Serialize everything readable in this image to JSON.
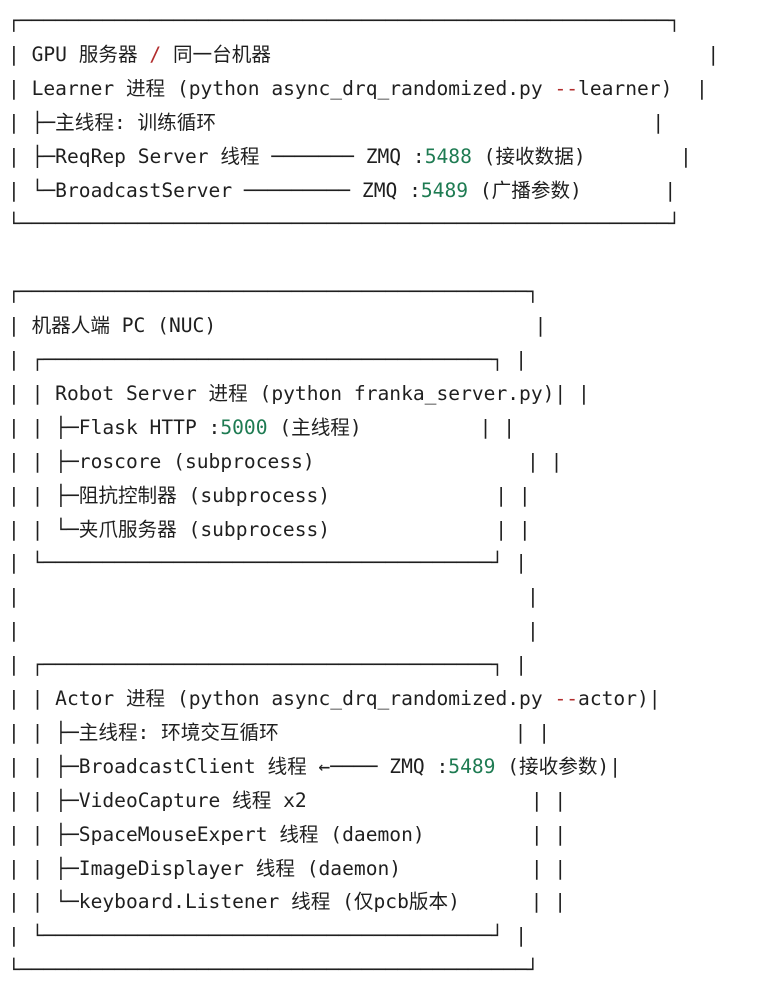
{
  "lines": [
    {
      "segs": [
        {
          "t": "┌───────────────────────────────────────────────────────┐"
        }
      ]
    },
    {
      "segs": [
        {
          "t": "| GPU 服务器 "
        },
        {
          "t": "/",
          "c": "slash"
        },
        {
          "t": " 同一台机器                                     |"
        }
      ]
    },
    {
      "segs": [
        {
          "t": "| Learner 进程 (python async_drq_randomized.py "
        },
        {
          "t": "--",
          "c": "dash"
        },
        {
          "t": "learner)  |"
        }
      ]
    },
    {
      "segs": [
        {
          "t": "| ├─主线程: 训练循环                                     |"
        }
      ]
    },
    {
      "segs": [
        {
          "t": "| ├─ReqRep Server 线程 ─────── ZMQ :"
        },
        {
          "t": "5488",
          "c": "num"
        },
        {
          "t": " (接收数据)        |"
        }
      ]
    },
    {
      "segs": [
        {
          "t": "| └─BroadcastServer ───────── ZMQ :"
        },
        {
          "t": "5489",
          "c": "num"
        },
        {
          "t": " (广播参数)       |"
        }
      ]
    },
    {
      "segs": [
        {
          "t": "└───────────────────────────────────────────────────────┘"
        }
      ]
    },
    {
      "segs": [
        {
          "t": ""
        }
      ]
    },
    {
      "segs": [
        {
          "t": "┌───────────────────────────────────────────┐"
        }
      ]
    },
    {
      "segs": [
        {
          "t": "| 机器人端 PC (NUC)                           |"
        }
      ]
    },
    {
      "segs": [
        {
          "t": "| ┌──────────────────────────────────────┐ |"
        }
      ]
    },
    {
      "segs": [
        {
          "t": "| | Robot Server 进程 (python franka_server.py)| |"
        }
      ]
    },
    {
      "segs": [
        {
          "t": "| | ├─Flask HTTP :"
        },
        {
          "t": "5000",
          "c": "num"
        },
        {
          "t": " (主线程)          | |"
        }
      ]
    },
    {
      "segs": [
        {
          "t": "| | ├─roscore (subprocess)                  | |"
        }
      ]
    },
    {
      "segs": [
        {
          "t": "| | ├─阻抗控制器 (subprocess)              | |"
        }
      ]
    },
    {
      "segs": [
        {
          "t": "| | └─夹爪服务器 (subprocess)              | |"
        }
      ]
    },
    {
      "segs": [
        {
          "t": "| └──────────────────────────────────────┘ |"
        }
      ]
    },
    {
      "segs": [
        {
          "t": "|                                           |"
        }
      ]
    },
    {
      "segs": [
        {
          "t": "|                                           |"
        }
      ]
    },
    {
      "segs": [
        {
          "t": "| ┌──────────────────────────────────────┐ |"
        }
      ]
    },
    {
      "segs": [
        {
          "t": "| | Actor 进程 (python async_drq_randomized.py "
        },
        {
          "t": "--",
          "c": "dash"
        },
        {
          "t": "actor)|"
        }
      ]
    },
    {
      "segs": [
        {
          "t": "| | ├─主线程: 环境交互循环                    | |"
        }
      ]
    },
    {
      "segs": [
        {
          "t": "| | ├─BroadcastClient 线程 ←──── ZMQ :"
        },
        {
          "t": "5489",
          "c": "num"
        },
        {
          "t": " (接收参数)|"
        }
      ]
    },
    {
      "segs": [
        {
          "t": "| | ├─VideoCapture 线程 x2                   | |"
        }
      ]
    },
    {
      "segs": [
        {
          "t": "| | ├─SpaceMouseExpert 线程 (daemon)         | |"
        }
      ]
    },
    {
      "segs": [
        {
          "t": "| | ├─ImageDisplayer 线程 (daemon)           | |"
        }
      ]
    },
    {
      "segs": [
        {
          "t": "| | └─keyboard.Listener 线程 (仅pcb版本)      | |"
        }
      ]
    },
    {
      "segs": [
        {
          "t": "| └──────────────────────────────────────┘ |"
        }
      ]
    },
    {
      "segs": [
        {
          "t": "└───────────────────────────────────────────┘"
        }
      ]
    }
  ],
  "colors": {
    "text": "#1f1f1f",
    "number": "#1e7b52",
    "punct": "#b22d2d",
    "background": "#ffffff"
  }
}
